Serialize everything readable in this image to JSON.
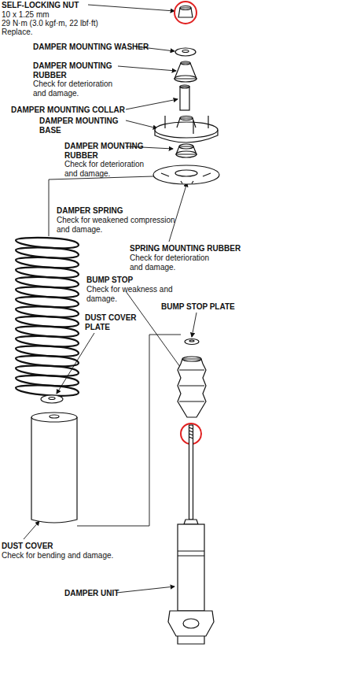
{
  "diagram": {
    "labels": [
      "SELF-LOCKING NUT",
      "10 x 1.25 mm",
      "29 N·m (3.0 kgf·m, 22 lbf·ft)",
      "Replace.",
      "DAMPER MOUNTING WASHER",
      "DAMPER MOUNTING RUBBER",
      "Check for deterioration and damage.",
      "DAMPER MOUNTING COLLAR",
      "DAMPER MOUNTING BASE",
      "DAMPER MOUNTING RUBBER",
      "Check for deterioration and damage.",
      "DAMPER SPRING",
      "Check for weakened compression and damage.",
      "SPRING MOUNTING RUBBER",
      "Check for deterioration and damage.",
      "BUMP STOP",
      "Check for weakness and damage.",
      "BUMP STOP PLATE",
      "DUST COVER PLATE",
      "DUST COVER",
      "Check for bending and damage.",
      "DAMPER UNIT"
    ]
  }
}
